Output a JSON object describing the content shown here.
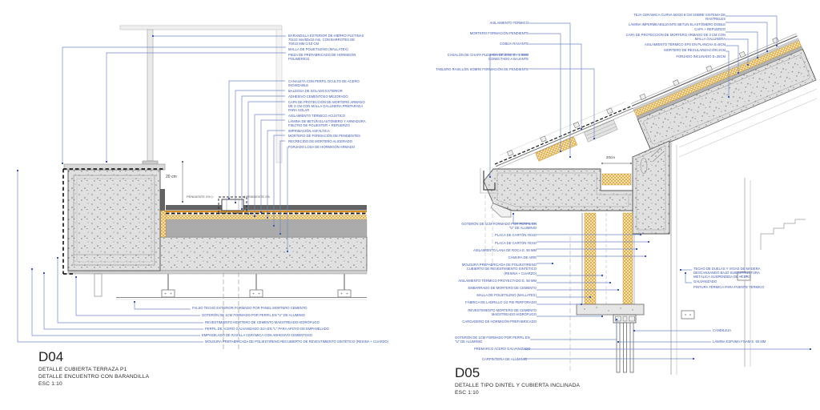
{
  "colors": {
    "annotation_blue": "#3d56b0",
    "leader_blue": "#7388c6",
    "drawing_dark": "#4a4a4a",
    "concrete_fill": "#e0e0e0",
    "insulation_yellow": "#d69a2b",
    "tile_dark": "#636363",
    "mortar_gray": "#ababab",
    "adhesive_orange": "#d98c1f"
  },
  "d04": {
    "code": "D04",
    "title_line1": "DETALLE CUBIERTA TERRAZA P1",
    "title_line2": "DETALLE ENCUENTRO CON BARANDILLA",
    "scale": "ESC 1:10",
    "dim_label": "20 cm",
    "slope_label_left": "PENDIENTE  2%  ▷",
    "slope_label_right": "◁  PENDIENTE  2%",
    "top_annotations": [
      "BARANDILLA EXTERIOR DE HIERRO PLETINAS 70x10 mm/50x10 mm, CON BARROTES DE 70X10 MM C/10 CM",
      "MALLA DE POLIETILENO (MALLATEX)",
      "PIEZA DE PREFABRICADO DE HORMIGÓN POLIMÉRICO"
    ],
    "mid_annotations": [
      "CANALETA CON PERFIL OCULTO DE ACERO INOXIDABLE",
      "BALDOSA DE SOLADO EXTERIOR",
      "ADHESIVO CEMENTOSO MEJORADO",
      "CAPA DE PROTECCIÓN DE MORTERO ARMADO DE 3 CM CON MALLA GALLINERA PREPARADA PARA SOLAR",
      "AISLAMIENTO TÉRMICO ACÚSTICO",
      "LÁMINA DE BETÚN ELASTÓMERO Y ARMADURA FIELTRO DE POLIESTER + REFUERZO",
      "IMPRIMACIÓN ASFÁLTICA",
      "MORTERO DE FORMACIÓN DE PENDIENTES",
      "RECRECIDO DE MORTERO ALIGERADO",
      "FORJADO LOSA DE HORMIGÓN ARMADO"
    ],
    "bottom_annotations": [
      "FALSO TECHO EXTERIOR FORMADO POR PANEL MORTERO CEMENTO",
      "GOTERÓN DE 1CM FORMADO POR PERFIL EN \"U\" DE ALUMINIO",
      "REVESTIMIENTO MORTERO DE CEMENTO MAESTREADO HIDRÓFUGO",
      "PERFIL DE ACERO GALVANIZADO 3cm EN \"L\" PARA APOYO DE EMPANELADO",
      "EMPANELADO DE RASILLA CERÁMICA CON ADHESIVO CEMENTOSO",
      "MOLDURA PREFABRICADA DE POLIESTIRENO RECUBIERTO DE REVESTIMIENTO SINTÉTICO (RESINA + CUARZO)"
    ]
  },
  "d05": {
    "code": "D05",
    "title_line1": "DETALLE TIPO DINTEL  Y CUBIERTA INCLINADA",
    "scale": "ESC 1:10",
    "dim_label": "20cm",
    "left_annotations": [
      "AISLAMIENTO TÉRMICO",
      "MORTERO FORMACIÓN PENDIENTE",
      "COBIJA RASANTE",
      "CANALÓN DE CHAPA PLEGADA DE ZINC E= 1.5MM CONECTADO A BAJANTE",
      "TABLERO RASILLÓN SOBRE FORMACIÓN DE PENDIENTE"
    ],
    "right_top_annotations": [
      "TEJA CERÁMICA CURVA 50X20 8 CM SOBRE SISTEMA DE RASTRELES",
      "LÁMINA IMPERMEABILIZANTE BETÚN ELASTÓMERO DOBLE CAPA + REFUERZO",
      "CAPA DE PROTECCIÓN DE MORTERO ARMADO DE 3 CM CON MALLA GALLINERA",
      "AISLAMIENTO TÉRMICO XPS EN PLANCHA E=8CM",
      "MORTERO DE REGULARIZACIÓN 2CM",
      "FORJADO INCLINADO E=25CM"
    ],
    "mid_left_annotations": [
      "GOTERÓN DE 1CM FORMADO POR PERFIL EN \"U\" DE ALUMINIO",
      "PLACA DE CARTÓN YESO",
      "PLACA DE CARTÓN YESO",
      "AISLAMIENTO LANA DE ROCA E. 50 MM",
      "CÁMARA DE AIRE",
      "MOLDURA PREFABRICADA DE POLIESTIRENO CUBIERTO DE REVESTIMIENTO SINTÉTICO (RESINA + CUARZO)",
      "AISLAMIENTO TÉRMICO PROYECTADO E. 50 MM",
      "EMBARRADO DE MORTERO DE CEMENTO",
      "MALLA DE POLIETILENO (MALLATEX)",
      "FÁBRICA DE LADRILLO 1/2 PIE PERFORADO",
      "REVESTIMIENTO MORTERO DE CEMENTO MAESTREADO HIDRÓFUGO",
      "CARGADERO DE HORMIGÓN PREFABRICADO"
    ],
    "bottom_left_annotations": [
      "GOTERÓN DE 1CM FORMADO POR PERFIL EN \"U\" DE ALUMINIO",
      "PREMARCO ACERO GALVANIZADO",
      "CARPINTERÍA DE ALUMINIO"
    ],
    "right_annotations": [
      "TECHO DE DUELAS Y VIGAS DE MADERA DESCANSANDO BAJO SUBESTRUCTURA METÁLICA SUSPENDIDA DE ACERO GALVANIZADO",
      "PINTURA TÉRMICA PARA PUENTE TÉRMICO"
    ],
    "candileja_label": "CANDILEJA",
    "foam_label": "LÁMINA ESPUMA FOAM E. 50 MM"
  }
}
